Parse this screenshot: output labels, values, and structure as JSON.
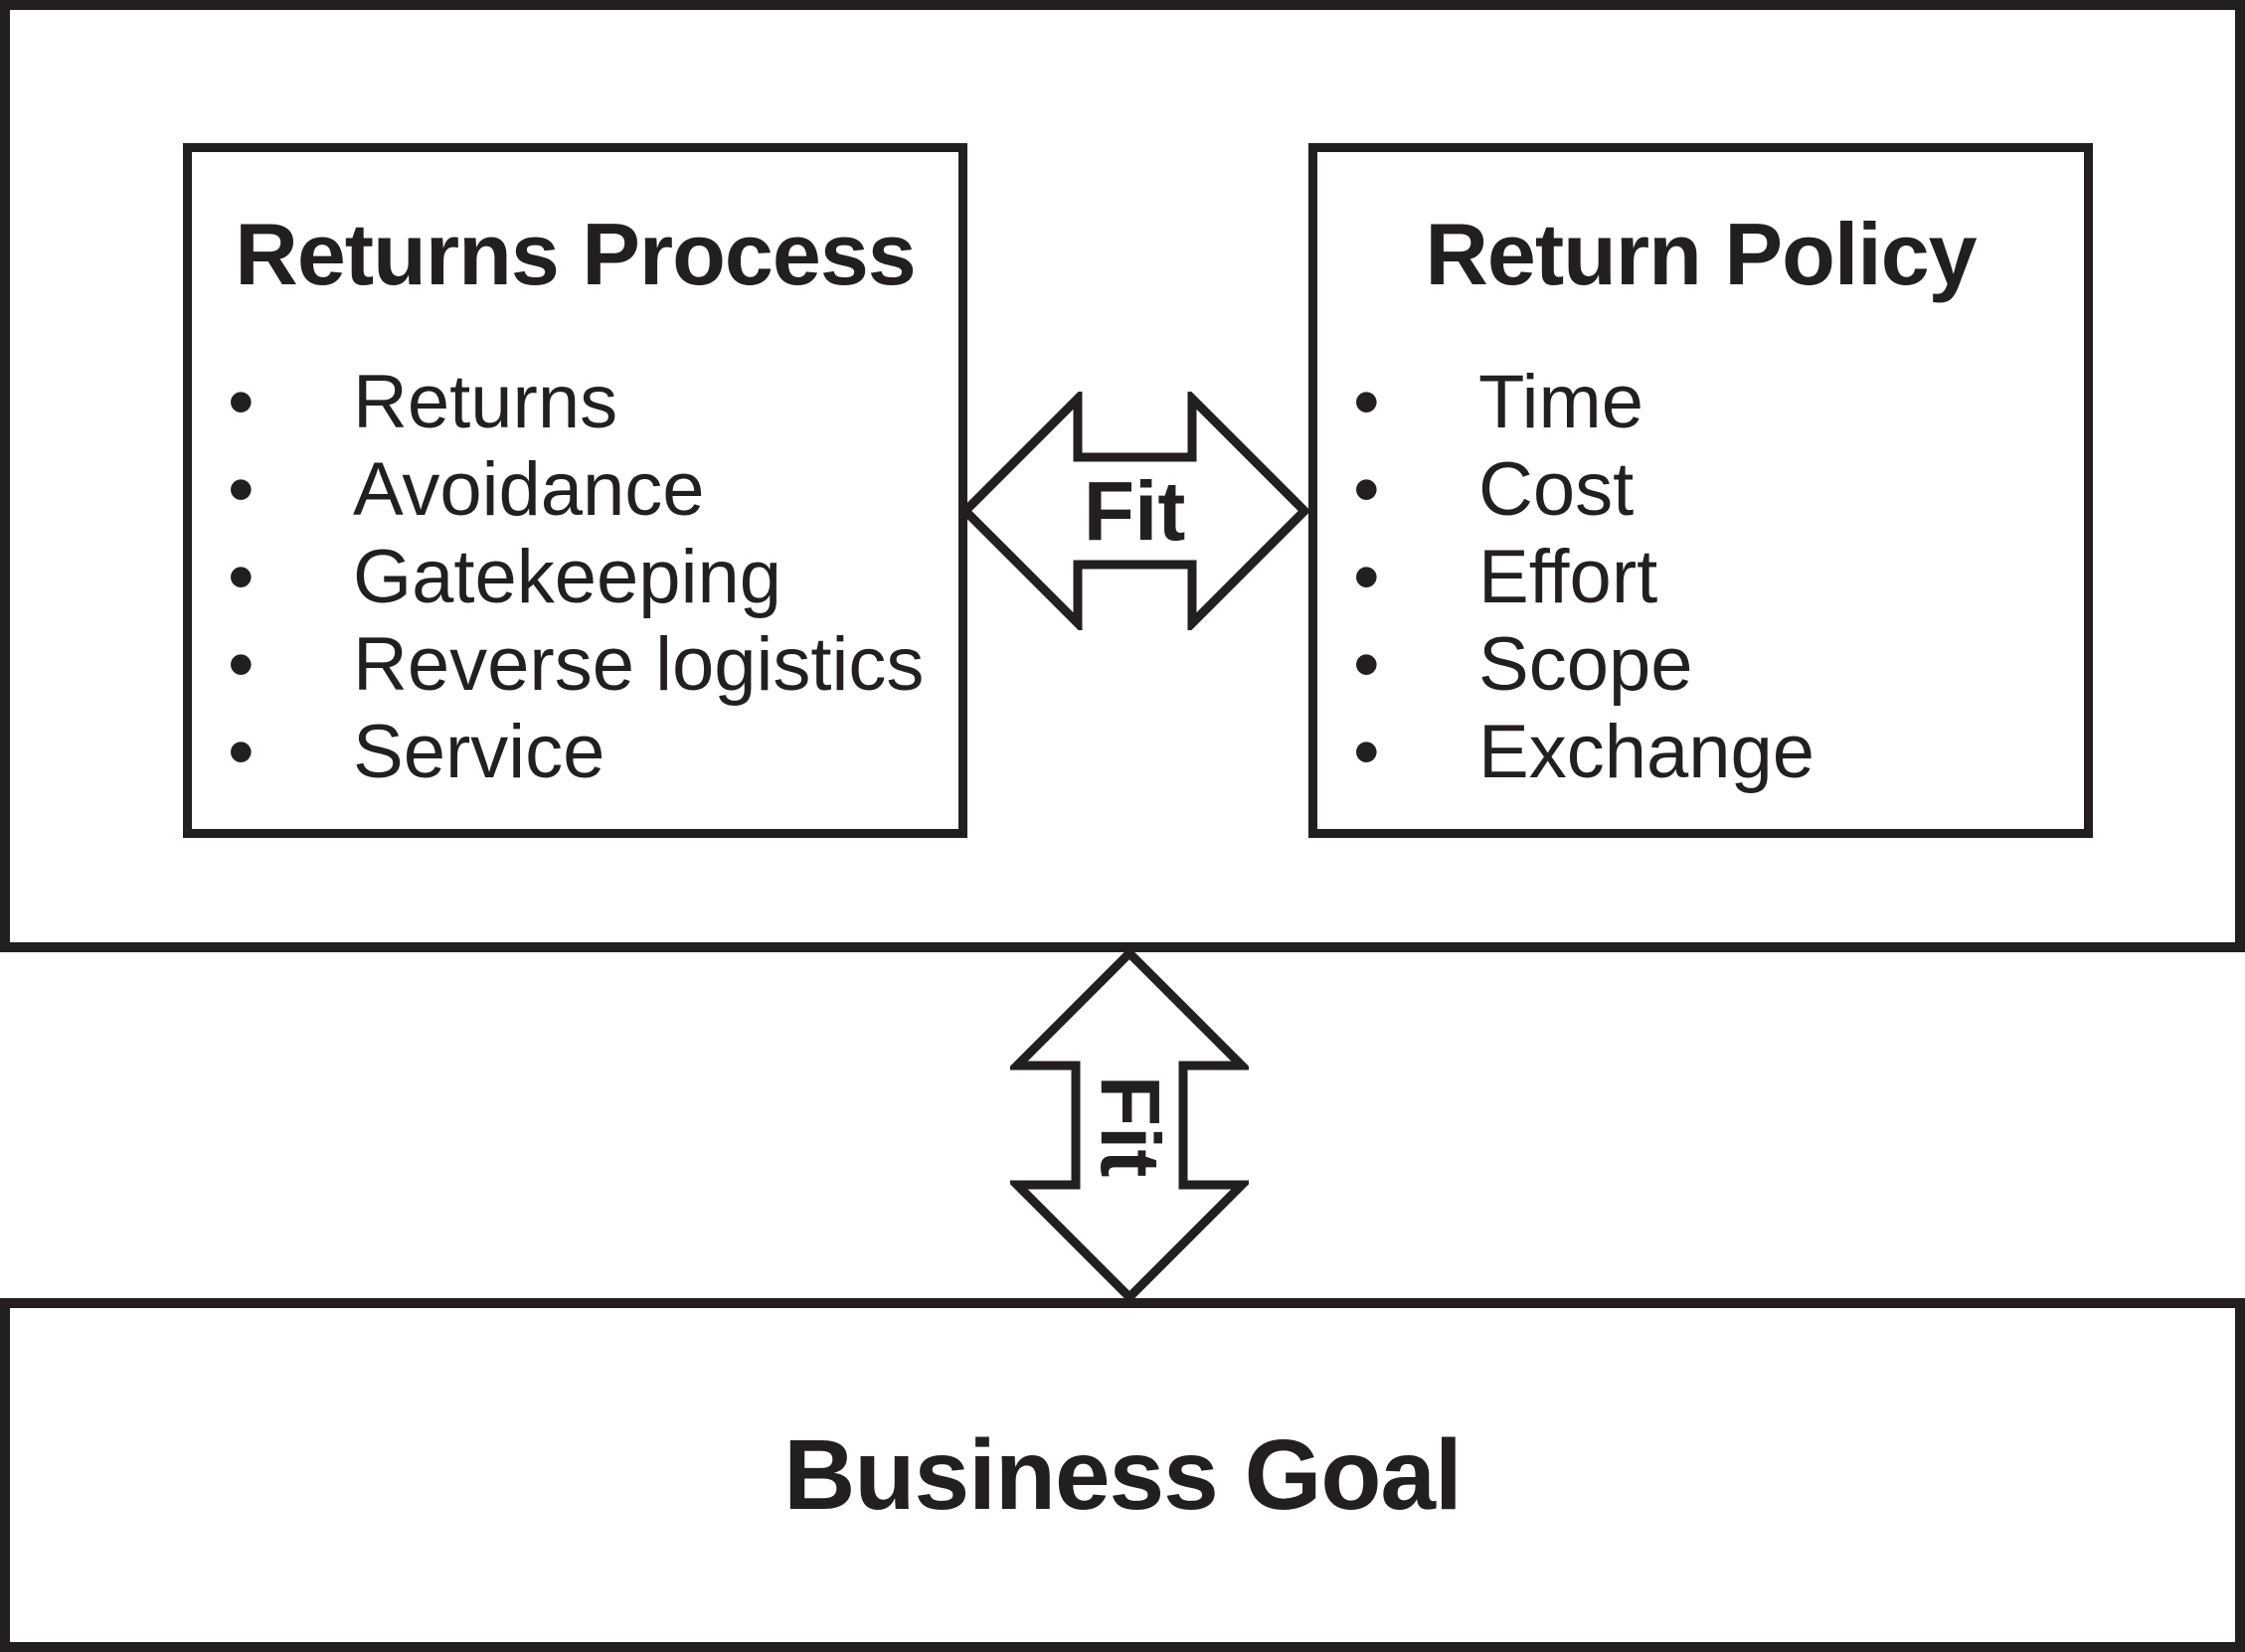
{
  "colors": {
    "ink": "#231f20",
    "paper": "#ffffff"
  },
  "bullet_glyph": "•",
  "returns_process": {
    "title": "Returns Process",
    "items": [
      "Returns",
      "Avoidance",
      "Gatekeeping",
      "Reverse logistics",
      "Service"
    ]
  },
  "return_policy": {
    "title": "Return Policy",
    "items": [
      "Time",
      "Cost",
      "Effort",
      "Scope",
      "Exchange"
    ]
  },
  "fit_horizontal": {
    "label": "Fit"
  },
  "fit_vertical": {
    "label": "Fit"
  },
  "business_goal": {
    "title": "Business Goal"
  }
}
